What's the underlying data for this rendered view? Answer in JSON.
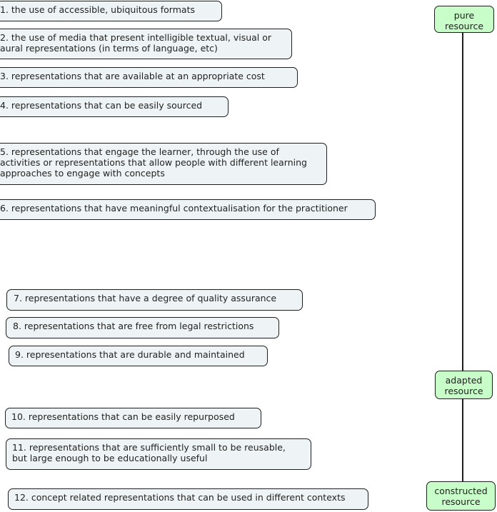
{
  "resources": {
    "pure": "pure\nresource",
    "adapted": "adapted\nresource",
    "constructed": "constructed\nresource"
  },
  "items": [
    "1.   the use of accessible, ubiquitous formats",
    "2.   the use of media that present intelligible textual, visual or\naural representations (in terms of language, etc)",
    "3.    representations that are available at an appropriate cost",
    "4.   representations that can be easily sourced",
    "5.  representations that engage the learner, through the use of\nactivities or representations that allow people with different learning\napproaches to engage with concepts",
    "6.   representations that have meaningful contextualisation for the practitioner",
    "7.   representations that have a degree of quality assurance",
    "8.   representations that are free from legal restrictions",
    "9.   representations that are durable and maintained",
    "10.   representations that can be easily repurposed",
    "11.   representations that are sufficiently small to be reusable,\nbut large enough to be educationally useful",
    "12.   concept related representations that can be used in different contexts"
  ]
}
